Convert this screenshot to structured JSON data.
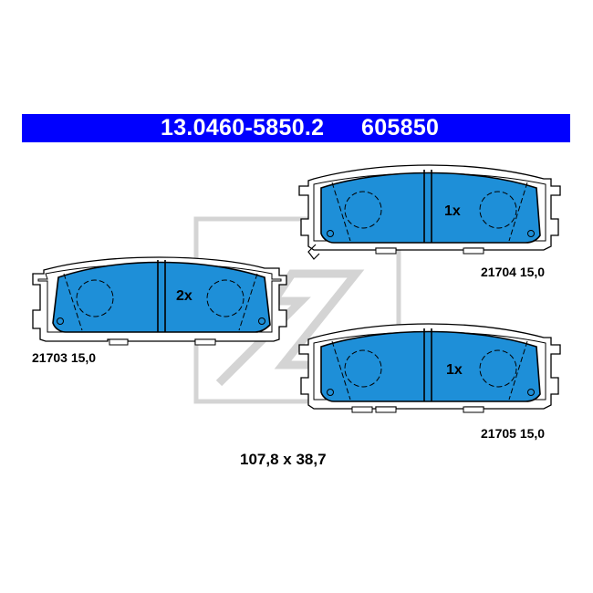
{
  "header": {
    "part_number": "13.0460-5850.2",
    "alt_number": "605850",
    "bar_color": "#0000ff"
  },
  "pads": [
    {
      "id": "21703",
      "quantity": "2x",
      "label": "21703 15,0"
    },
    {
      "id": "21704",
      "quantity": "1x",
      "label": "21704 15,0"
    },
    {
      "id": "21705",
      "quantity": "1x",
      "label": "21705 15,0"
    }
  ],
  "dimensions": "107,8 x 38,7",
  "colors": {
    "pad_fill": "#1e8fd8",
    "outline": "#000000",
    "watermark": "#d0d0d0"
  },
  "icons": [
    "wear-indicator-icon",
    "watermark-logo"
  ]
}
